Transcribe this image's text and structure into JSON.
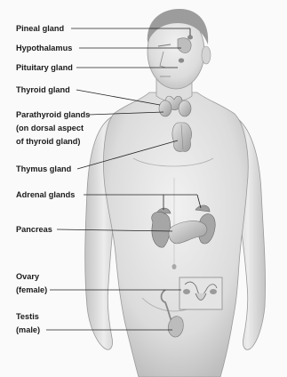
{
  "diagram": {
    "labels": {
      "pineal": "Pineal gland",
      "hypothalamus": "Hypothalamus",
      "pituitary": "Pituitary gland",
      "thyroid": "Thyroid gland",
      "parathyroid_1": "Parathyroid glands",
      "parathyroid_2": "(on dorsal aspect",
      "parathyroid_3": "of thyroid gland)",
      "thymus": "Thymus gland",
      "adrenal": "Adrenal glands",
      "pancreas": "Pancreas",
      "ovary_1": "Ovary",
      "ovary_2": "(female)",
      "testis_1": "Testis",
      "testis_2": "(male)"
    },
    "colors": {
      "skin": "#e3e3e3",
      "hair": "#9c9c9c",
      "gland": "#c8c8c8",
      "label_text": "#1a1a1a"
    }
  }
}
